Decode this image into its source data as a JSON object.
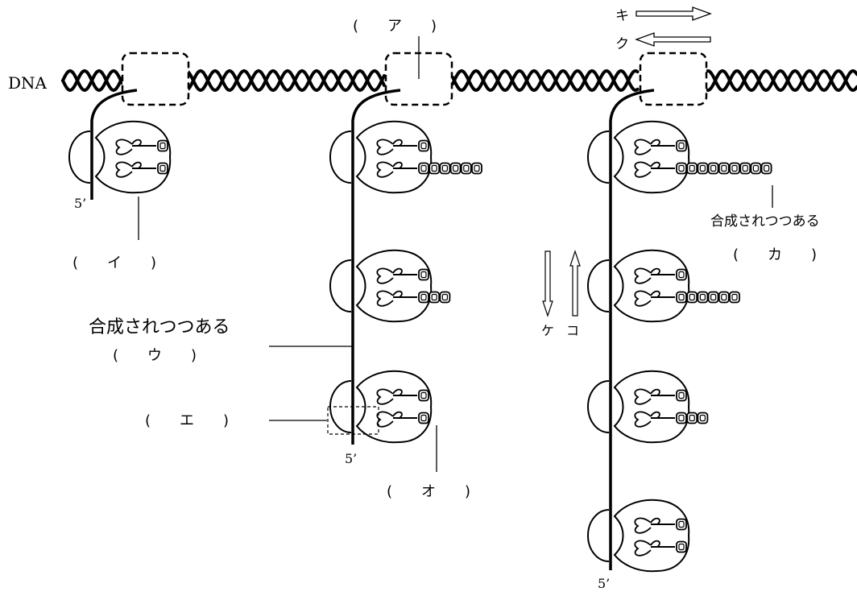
{
  "colors": {
    "ink": "#000000",
    "background": "#ffffff"
  },
  "labels": {
    "dna": "DNA",
    "five_prime": "5’",
    "blank_a": "(　　ア　　)",
    "blank_i": "(　　イ　　)",
    "blank_u": "(　　ウ　　)",
    "blank_e": "(　　エ　　)",
    "blank_o": "(　　オ　　)",
    "blank_ka": "(　　カ　　)",
    "synth_u": "合成されつつある",
    "synth_ka": "合成されつつある",
    "dir_ki": "キ",
    "dir_ku": "ク",
    "dir_ke": "ケ",
    "dir_ko": "コ"
  },
  "genes": [
    {
      "id": "left",
      "peptides": [
        1,
        1
      ]
    },
    {
      "id": "middle",
      "peptides": [
        [
          1,
          6
        ],
        [
          1,
          3
        ],
        [
          1,
          1
        ]
      ]
    },
    {
      "id": "right",
      "peptides": [
        [
          1,
          9
        ],
        [
          1,
          6
        ],
        [
          1,
          3
        ],
        [
          1,
          1
        ]
      ]
    }
  ]
}
